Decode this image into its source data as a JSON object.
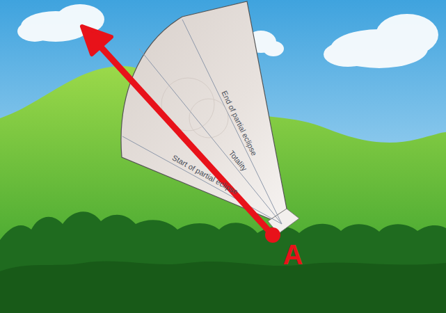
{
  "diagram": {
    "labels": [
      "End of partial eclipse",
      "Totality",
      "Start of partial eclipse",
      "A"
    ]
  }
}
